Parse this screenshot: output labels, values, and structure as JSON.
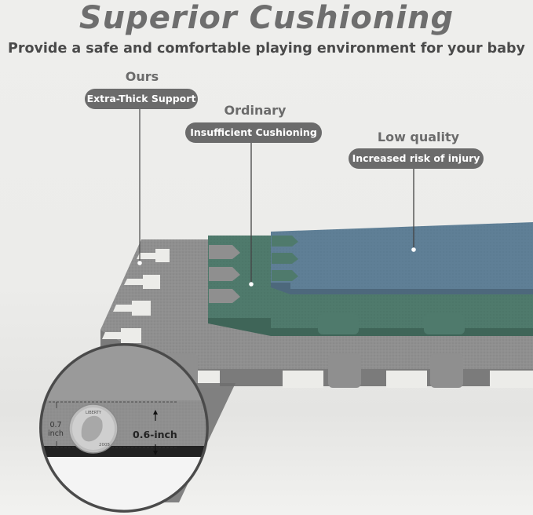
{
  "headline": "Superior Cushioning",
  "subheadline": "Provide a safe and comfortable playing environment for your baby",
  "comparisons": [
    {
      "title": "Ours",
      "badge": "Extra-Thick Support"
    },
    {
      "title": "Ordinary",
      "badge": "Insufficient Cushioning"
    },
    {
      "title": "Low quality",
      "badge": "Increased risk of injury"
    }
  ],
  "detail": {
    "thickness_label": "0.6-inch",
    "coin_thickness_value": "0.7",
    "coin_thickness_unit": "inch",
    "coin_year": "2005",
    "coin_motto": "LIBERTY"
  },
  "colors": {
    "ours_mat": "#8e8e8e",
    "ordinary_mat": "#4f7a6c",
    "low_quality_mat": "#5f7f96",
    "badge_bg": "#6b6b6b"
  }
}
